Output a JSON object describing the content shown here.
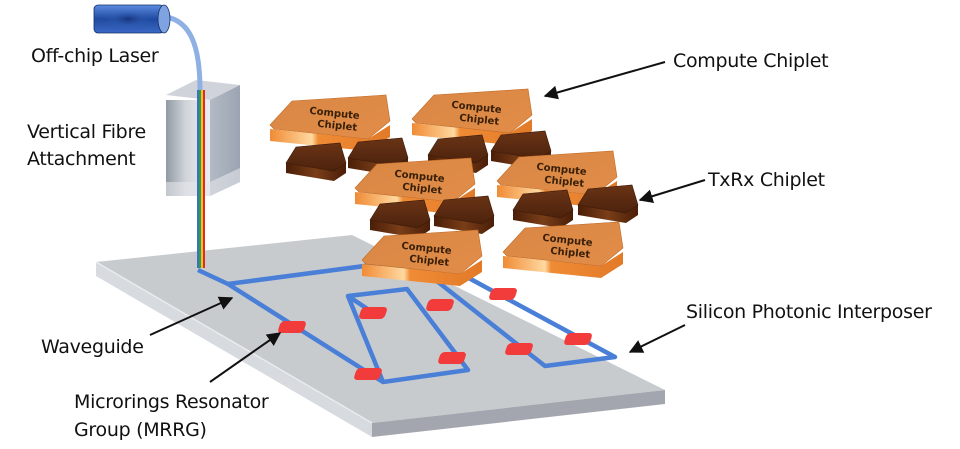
{
  "title": "Silicon photonic interposer with chiplets",
  "labels": {
    "laser": "Off-chip Laser",
    "fibre_line1": "Vertical Fibre",
    "fibre_line2": "Attachment",
    "compute": "Compute Chiplet",
    "txrx": "TxRx Chiplet",
    "interposer": "Silicon Photonic Interposer",
    "waveguide": "Waveguide",
    "mrrg_line1": "Microrings Resonator",
    "mrrg_line2": "Group (MRRG)"
  },
  "chiplet_text": {
    "line1": "Compute",
    "line2": "Chiplet"
  },
  "colors": {
    "compute_chiplet": "#E8823A",
    "txrx_chiplet": "#5A2A10",
    "waveguide": "#4A7FD8",
    "microring": "#F23B3B",
    "interposer_top": "#C8CBCE",
    "interposer_side": "#A3A6AE",
    "laser": "#2E5DB8",
    "fibre": "#8FB0E4",
    "arrow": "#111111"
  },
  "fibre_colors": [
    "#3A6FD0",
    "#2E9E3E",
    "#F2C21A",
    "#E02A2A"
  ],
  "counts": {
    "compute_chiplets": 6,
    "txrx_chiplets": 8,
    "microrings": 8
  }
}
